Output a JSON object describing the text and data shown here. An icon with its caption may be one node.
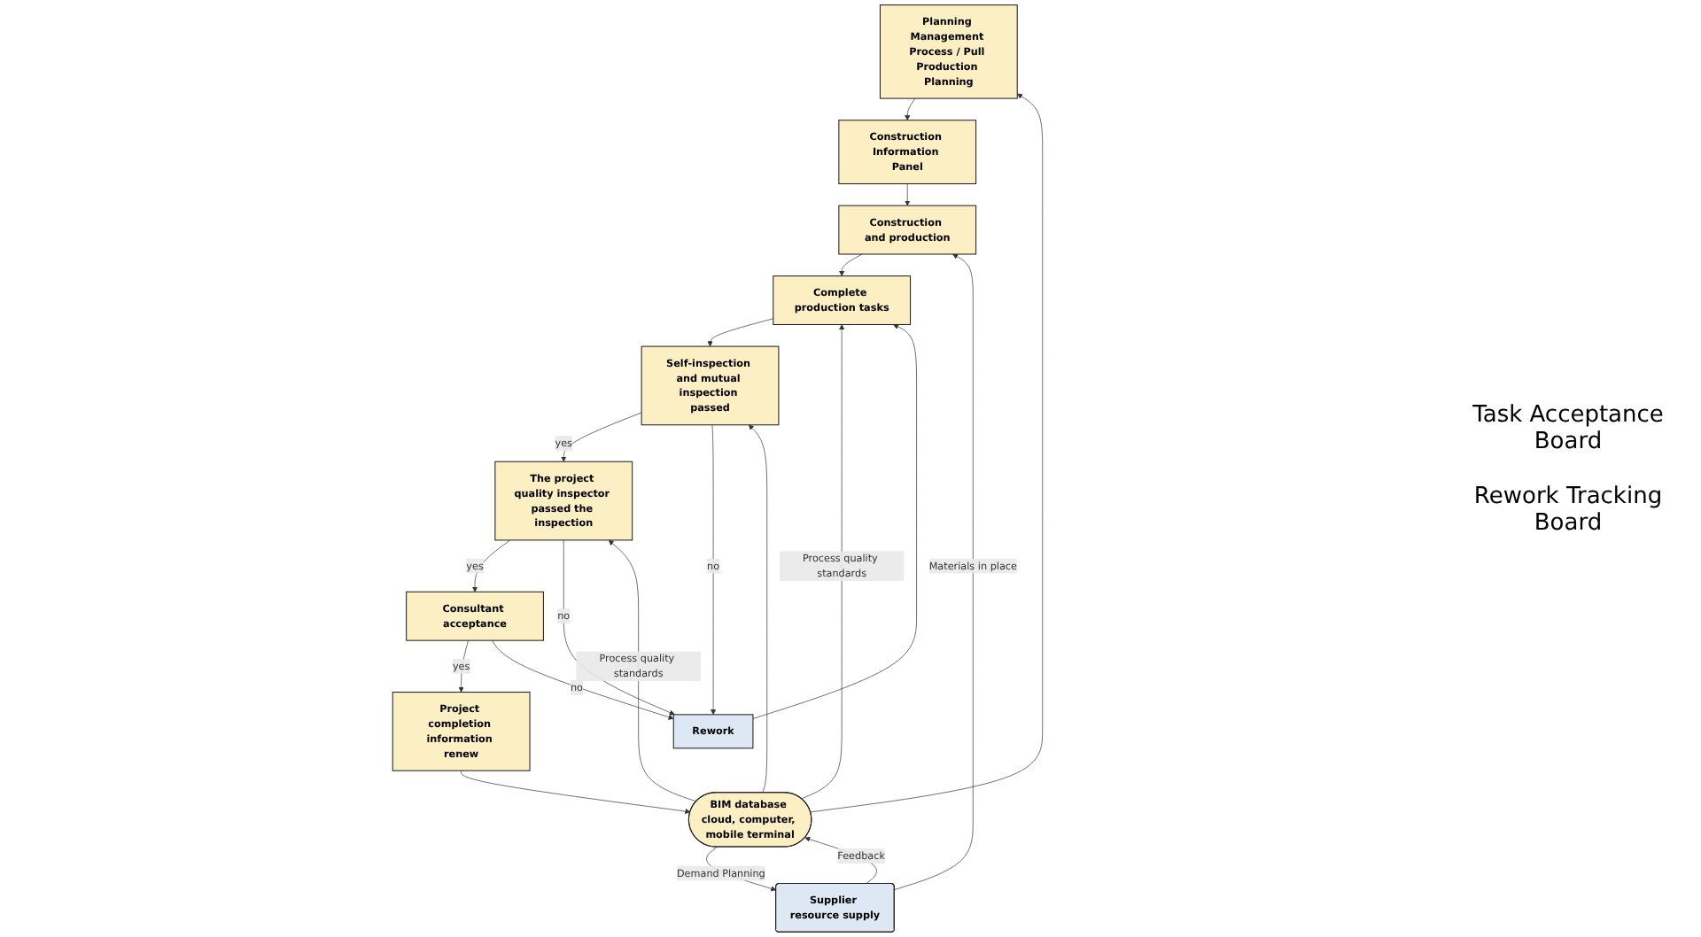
{
  "diagram": {
    "nodes": [
      {
        "text": [
          "Planning Management Process / Pull Production Planning"
        ]
      },
      {
        "text": [
          "BIM database cloud, computer, mobile terminal"
        ]
      },
      {
        "text": [
          "Project completion information renew"
        ]
      },
      {
        "text": [
          "Construction Information Panel"
        ]
      },
      {
        "text": [
          "Supplier resource supply"
        ]
      },
      {
        "text": [
          "Consultant acceptance"
        ]
      },
      {
        "text": [
          "Construction and production"
        ]
      },
      {
        "text": [
          "Complete production tasks"
        ]
      },
      {
        "text": [
          "Self-inspection and mutual inspection passed"
        ]
      },
      {
        "text": [
          "The project quality inspector passed the inspection"
        ]
      },
      {
        "text": [
          "Rework"
        ]
      }
    ],
    "edges": [
      {
        "from": 1,
        "to": 0,
        "arrow": "to"
      },
      {
        "from": 2,
        "to": 1,
        "arrow": "to"
      },
      {
        "from": 0,
        "to": 3,
        "arrow": "to"
      },
      {
        "from": 3,
        "to": 6,
        "arrow": "to"
      },
      {
        "from": 4,
        "to": 1,
        "arrow": "to",
        "label": "Feedback"
      },
      {
        "from": 1,
        "to": 4,
        "arrow": "to",
        "label": "Demand Planning"
      },
      {
        "from": 4,
        "to": 6,
        "arrow": "to",
        "label": "Materials in place"
      },
      {
        "from": 1,
        "to": 7,
        "arrow": "to",
        "label": "Process quality standards"
      },
      {
        "from": 1,
        "to": 8,
        "arrow": "to"
      },
      {
        "from": 1,
        "to": 9,
        "arrow": "to",
        "label": "Process quality standards"
      },
      {
        "from": 6,
        "to": 7,
        "arrow": "to"
      },
      {
        "from": 7,
        "to": 8,
        "arrow": "to"
      },
      {
        "from": 8,
        "to": 9,
        "arrow": "to",
        "label": "yes"
      },
      {
        "from": 9,
        "to": 5,
        "arrow": "to",
        "label": "yes"
      },
      {
        "from": 5,
        "to": 2,
        "arrow": "to",
        "label": "yes"
      },
      {
        "from": 8,
        "to": 10,
        "arrow": "to",
        "label": "no"
      },
      {
        "from": 9,
        "to": 10,
        "arrow": "to",
        "label": "no"
      },
      {
        "from": 5,
        "to": 10,
        "arrow": "to",
        "label": "no"
      },
      {
        "from": 10,
        "to": 7,
        "arrow": "to"
      }
    ],
    "labels": [
      "Task Acceptance Board",
      "Rework Tracking Board"
    ]
  }
}
